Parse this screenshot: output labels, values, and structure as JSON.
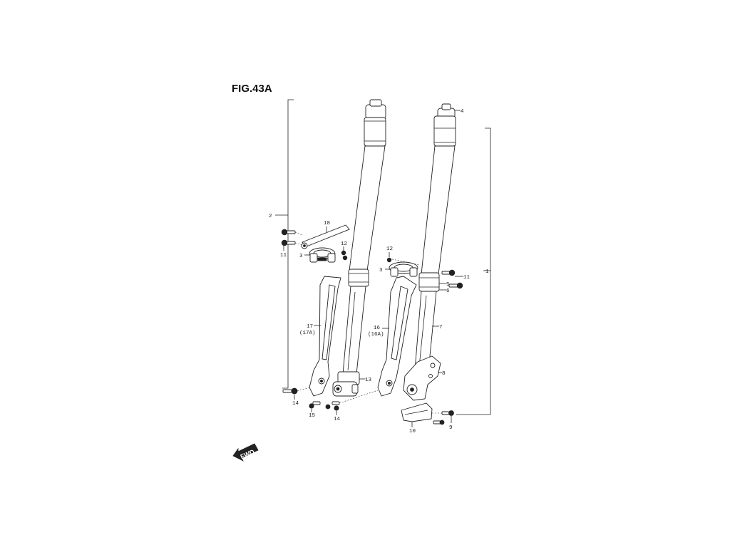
{
  "figure": {
    "title": "FIG.43A",
    "fwd_label": "FWD"
  },
  "callouts": {
    "c1": "1",
    "c2": "2",
    "c3a": "3",
    "c3b": "3",
    "c4": "4",
    "c5": "5",
    "c6": "6",
    "c7": "7",
    "c8": "8",
    "c9": "9",
    "c10": "10",
    "c11a": "11",
    "c11b": "11",
    "c12a": "12",
    "c12b": "12",
    "c13": "13",
    "c14a": "14",
    "c14b": "14",
    "c15": "15",
    "c16": "16",
    "c16a": "(16A)",
    "c17": "17",
    "c17a": "(17A)",
    "c18": "18"
  }
}
